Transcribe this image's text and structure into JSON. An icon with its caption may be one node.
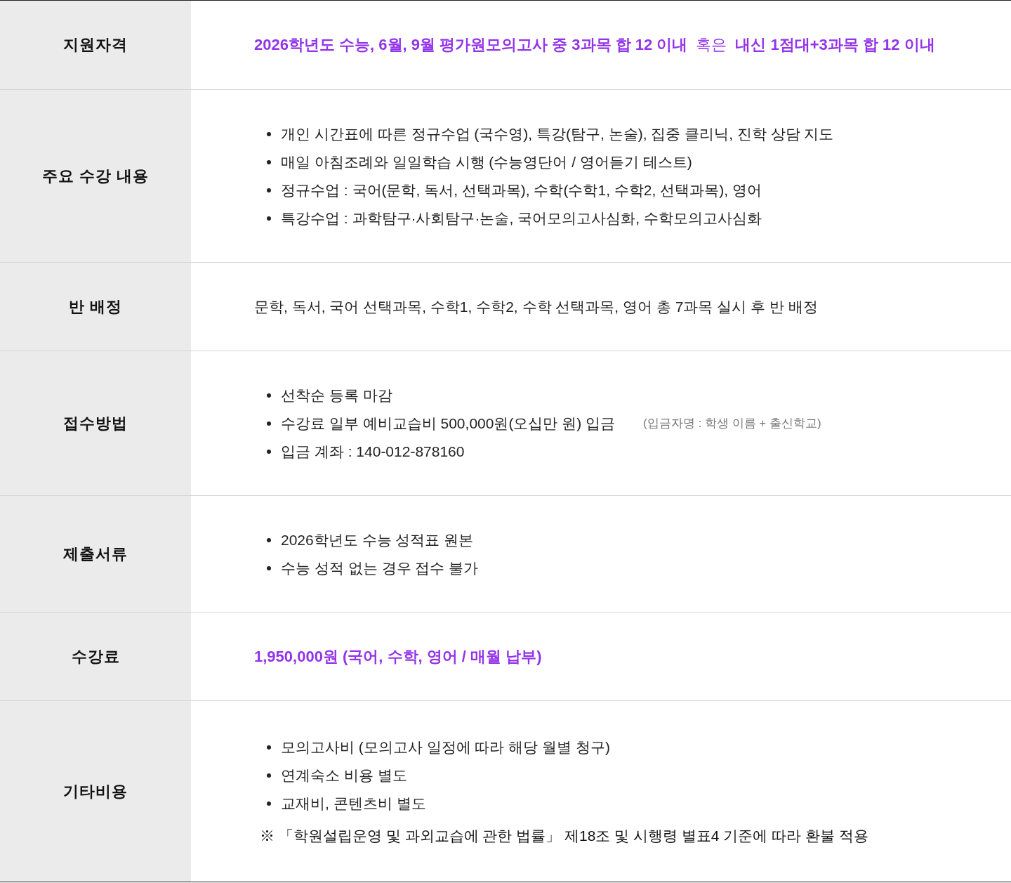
{
  "diagram": {
    "labels": [
      "지원자격",
      "2026학년도 수능, 6월, 9월 평가원모의고사 중 3과목 합 12 이내",
      "혹은",
      "내신 1점대+3과목 합 12 이내",
      "주요 수강 내용",
      "개인 시간표에 따른 정규수업 (국수영), 특강(탐구, 논술), 집중 클리닉, 진학 상담 지도",
      "매일 아침조례와 일일학습 시행 (수능영단어 / 영어듣기 테스트)",
      "정규수업 : 국어(문학, 독서, 선택과목), 수학(수학1, 수학2, 선택과목), 영어",
      "특강수업 : 과학탐구·사회탐구·논술, 국어모의고사심화, 수학모의고사심화",
      "반 배정",
      "문학, 독서, 국어 선택과목, 수학1, 수학2, 수학 선택과목, 영어 총 7과목 실시 후 반 배정",
      "접수방법",
      "선착순 등록 마감",
      "수강료 일부 예비교습비 500,000원(오십만 원) 입금",
      "(입금자명 : 학생 이름 + 출신학교)",
      "입금 계좌 : 140-012-878160",
      "제출서류",
      "2026학년도 수능 성적표 원본",
      "수능 성적 없는 경우 접수 불가",
      "수강료",
      "1,950,000원 (국어, 수학, 영어 / 매월 납부)",
      "기타비용",
      "모의고사비 (모의고사 일정에 따라 해당 월별 청구)",
      "연계숙소 비용 별도",
      "교재비, 콘텐츠비 별도",
      "※ 「학원설립운영 및 과외교습에 관한 법률」 제18조 및 시행령 별표4 기준에 따라 환불 적용"
    ]
  }
}
